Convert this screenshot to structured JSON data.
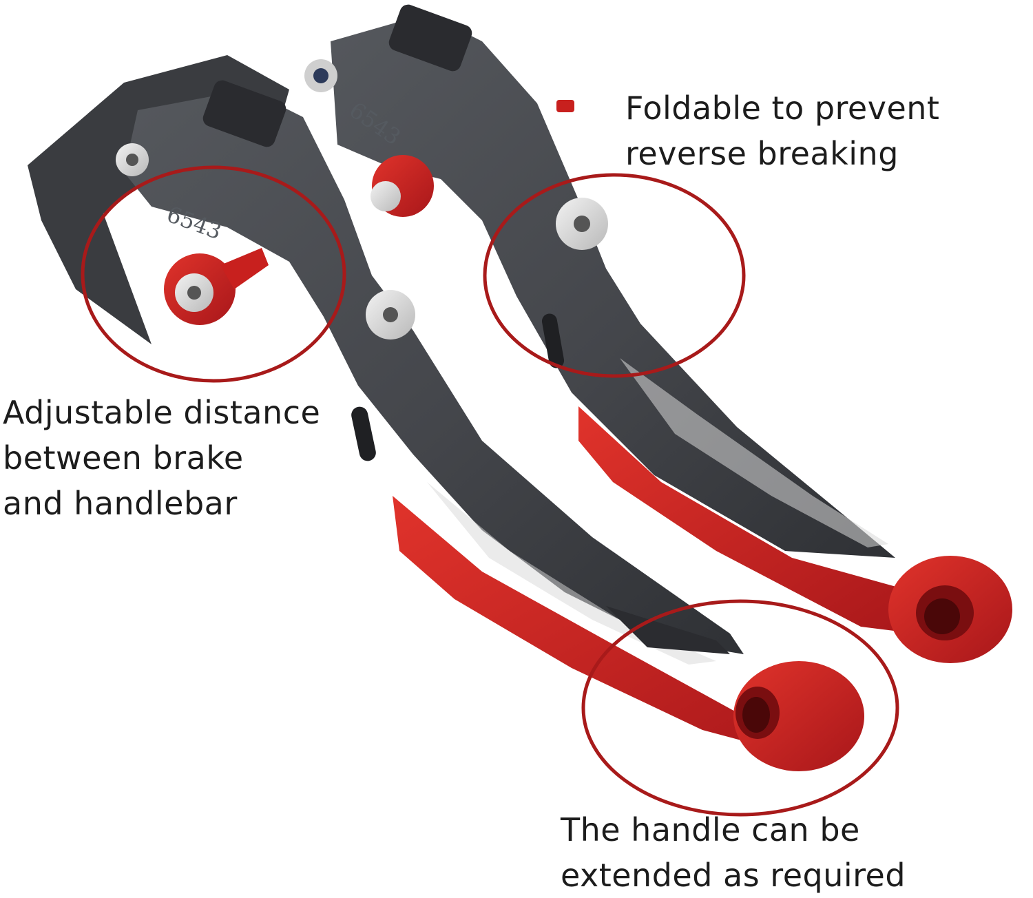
{
  "colors": {
    "lever_gray": "#4a4c50",
    "lever_dark": "#2e3034",
    "lever_red": "#c8201e",
    "callout_circle": "#a81a1a",
    "bolt_silver": "#d9d9d9"
  },
  "captions": {
    "fold": {
      "lines": [
        "Foldable to prevent",
        "reverse breaking"
      ]
    },
    "adjust": {
      "lines": [
        "Adjustable distance",
        "between brake",
        "and handlebar"
      ]
    },
    "extend": {
      "lines": [
        "The handle can be",
        "extended as required"
      ]
    }
  },
  "engraving": "6543"
}
